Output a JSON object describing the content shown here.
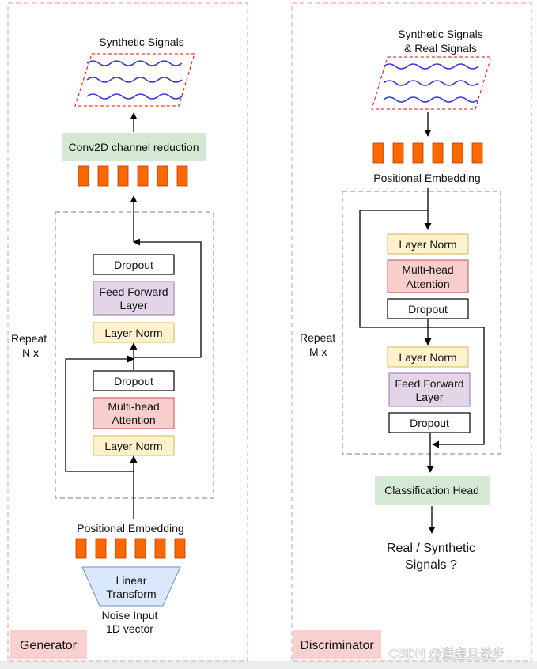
{
  "generator": {
    "output_label": "Synthetic Signals",
    "reduction_label": "Conv2D channel reduction",
    "block": {
      "dropout_top": "Dropout",
      "feed_forward_line1": "Feed Forward",
      "feed_forward_line2": "Layer",
      "layer_norm_top": "Layer Norm",
      "dropout_bottom": "Dropout",
      "attention_line1": "Multi-head",
      "attention_line2": "Attention",
      "layer_norm_bottom": "Layer Norm"
    },
    "repeat_line1": "Repeat",
    "repeat_line2": "N x",
    "positional_embedding": "Positional Embedding",
    "linear_line1": "Linear",
    "linear_line2": "Transform",
    "noise_line1": "Noise Input",
    "noise_line2": "1D vector",
    "panel_label": "Generator"
  },
  "discriminator": {
    "input_line1": "Synthetic Signals",
    "input_line2": "& Real Signals",
    "positional_embedding": "Positional Embedding",
    "block": {
      "layer_norm_top": "Layer Norm",
      "attention_line1": "Multi-head",
      "attention_line2": "Attention",
      "dropout_top": "Dropout",
      "layer_norm_bottom": "Layer Norm",
      "feed_forward_line1": "Feed Forward",
      "feed_forward_line2": "Layer",
      "dropout_bottom": "Dropout"
    },
    "repeat_line1": "Repeat",
    "repeat_line2": "M x",
    "classification_head": "Classification Head",
    "output_line1": "Real / Synthetic",
    "output_line2": "Signals ?",
    "panel_label": "Discriminator"
  },
  "watermark": "CSDN @谦虚且进步",
  "colors": {
    "panel_border": "#f4b8b8",
    "panel_label_bg": "#f8d0d0",
    "token": "#fa6800",
    "token_border": "#c73500",
    "layer_norm_fill": "#fff2cc",
    "layer_norm_border": "#d6b656",
    "feed_forward_fill": "#e1d5e7",
    "feed_forward_border": "#9673a6",
    "attention_fill": "#f8cecc",
    "attention_border": "#b85450",
    "green_fill": "#d5e8d4",
    "linear_fill": "#dae8fc",
    "linear_border": "#6c8ebf",
    "wave": "#3333dd",
    "parallelogram_border": "#ff0000",
    "repeat_border": "#aaaaaa"
  }
}
